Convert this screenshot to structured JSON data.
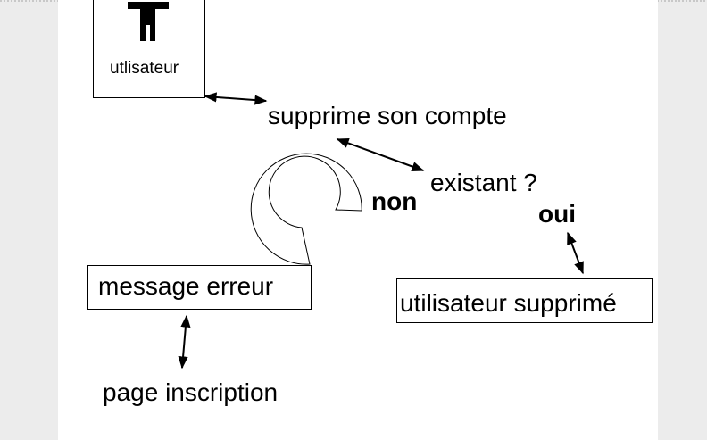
{
  "actor": {
    "label": "utlisateur"
  },
  "action": {
    "label": "supprime son compte"
  },
  "decision": {
    "label": "existant ?",
    "no_label": "non",
    "yes_label": "oui"
  },
  "error": {
    "label": "message erreur"
  },
  "success": {
    "label": "utilisateur supprimé"
  },
  "next_page": {
    "label": "page inscription"
  }
}
